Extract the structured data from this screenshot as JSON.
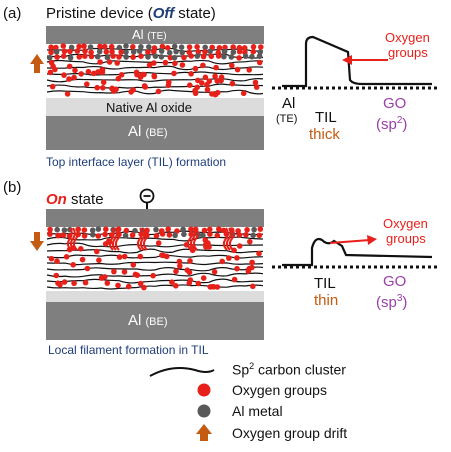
{
  "panel_a": {
    "label": "(a)",
    "title_pre": "Pristine device (",
    "title_state": "Off",
    "title_post": " state)",
    "te_label": "Al",
    "te_sub": "(TE)",
    "oxide_label": "Native Al oxide",
    "be_label": "Al",
    "be_sub": "(BE)",
    "caption": "Top interface layer (TIL) formation",
    "band": {
      "oxygen_label_1": "Oxygen",
      "oxygen_label_2": "groups",
      "al_label": "Al",
      "al_sub": "(TE)",
      "til_label": "TIL",
      "til_state": "thick",
      "go_label": "GO",
      "go_sub_pre": "(sp",
      "go_sub_sup": "2",
      "go_sub_post": ")"
    }
  },
  "panel_b": {
    "label": "(b)",
    "state_word": "On",
    "state_rest": "state",
    "be_label": "Al",
    "be_sub": "(BE)",
    "caption": "Local filament formation in TIL",
    "band": {
      "oxygen_label_1": "Oxygen",
      "oxygen_label_2": "groups",
      "til_label": "TIL",
      "til_state": "thin",
      "go_label": "GO",
      "go_sub_pre": "(sp",
      "go_sub_sup": "3",
      "go_sub_post": ")"
    }
  },
  "legend": {
    "carbon_pre": "Sp",
    "carbon_sup": "2",
    "carbon_post": " carbon cluster",
    "oxygen": "Oxygen groups",
    "metal": "Al metal",
    "drift": "Oxygen group drift"
  },
  "colors": {
    "electrode": "#7f7f7f",
    "oxide": "#dcdcdc",
    "oxygen": "#e8201a",
    "metal": "#595959",
    "arrow_red": "#e8201a",
    "drift_arrow": "#c55a11",
    "til_state": "#c55a11",
    "go": "#9a3fa8",
    "caption": "#1f3d7a",
    "on_state": "#e8201a"
  }
}
